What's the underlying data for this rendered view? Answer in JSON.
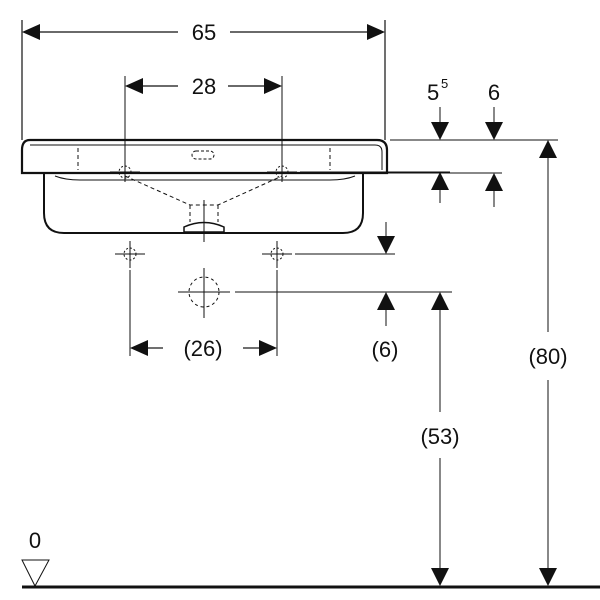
{
  "drawing": {
    "subject": "wall-mounted washbasin side dimension drawing",
    "units": "cm",
    "line_color": "#111111",
    "background": "#ffffff"
  },
  "dimensions": {
    "overall_width": "65",
    "tap_hole_spacing": "28",
    "rim_thickness_main": "5",
    "rim_thickness_sup": "5",
    "rim_thickness_alt": "6",
    "bracket_spacing": "(26)",
    "bracket_offset": "(6)",
    "waste_height": "(53)",
    "rim_height": "(80)",
    "floor_level": "0"
  }
}
